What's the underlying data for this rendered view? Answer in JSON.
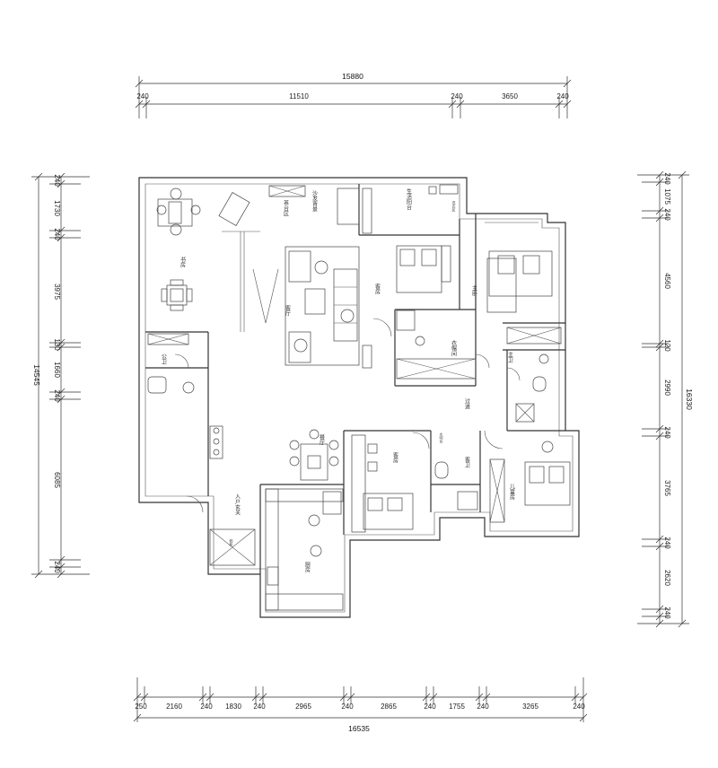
{
  "dimensions": {
    "top_total": "15880",
    "top": [
      "240",
      "11510",
      "240",
      "3650",
      "240"
    ],
    "bottom_total": "16535",
    "bottom": [
      "250",
      "2160",
      "240",
      "1830",
      "240",
      "2965",
      "240",
      "2865",
      "240",
      "1755",
      "240",
      "3265",
      "240"
    ],
    "left_total": "14545",
    "left": [
      "240",
      "1730",
      "240",
      "3975",
      "130",
      "1660",
      "240",
      "6085",
      "240"
    ],
    "right_total": "16330",
    "right": [
      "240",
      "1075",
      "240",
      "4560",
      "120",
      "2990",
      "240",
      "3765",
      "240",
      "2620",
      "240"
    ]
  },
  "rooms": {
    "study": "书房",
    "tea_area": "茶台区",
    "living_room": "客厅",
    "sofa_wall": "沙发背景",
    "restaurant": "餐厅",
    "corridor": "过道",
    "master_bedroom": "主卧",
    "master_bath": "主卫",
    "cloakroom": "衣帽间",
    "guest_room": "客房",
    "guest_bath": "客卫",
    "kids_room": "儿童房",
    "kitchen": "厨房",
    "entrance": "入户玄关",
    "public_bath": "公卫",
    "shoe_cabinet": "鞋柜",
    "balcony": "生活阳台",
    "laundry": "洗衣区",
    "water_bar": "水吧台"
  }
}
